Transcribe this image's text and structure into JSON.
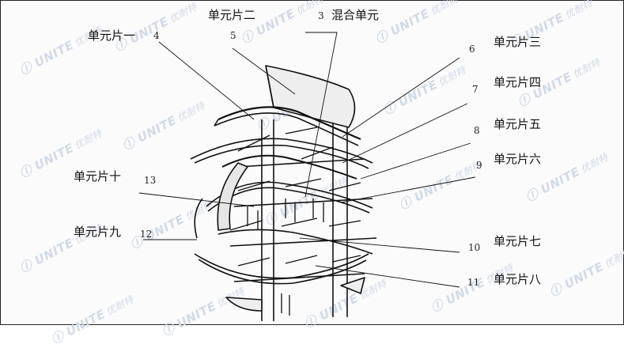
{
  "watermark": {
    "brand": "UNITE",
    "cn": "优耐特"
  },
  "labels": {
    "piece1": "单元片一",
    "piece2": "单元片二",
    "piece3": "单元片三",
    "piece4": "单元片四",
    "piece5": "单元片五",
    "piece6": "单元片六",
    "piece7": "单元片七",
    "piece8": "单元片八",
    "piece9": "单元片九",
    "piece10": "单元片十",
    "mixing": "混合单元"
  },
  "numbers": {
    "n3": "3",
    "n4": "4",
    "n5": "5",
    "n6": "6",
    "n7": "7",
    "n8": "8",
    "n9": "9",
    "n10": "10",
    "n11": "11",
    "n12": "12",
    "n13": "13"
  }
}
